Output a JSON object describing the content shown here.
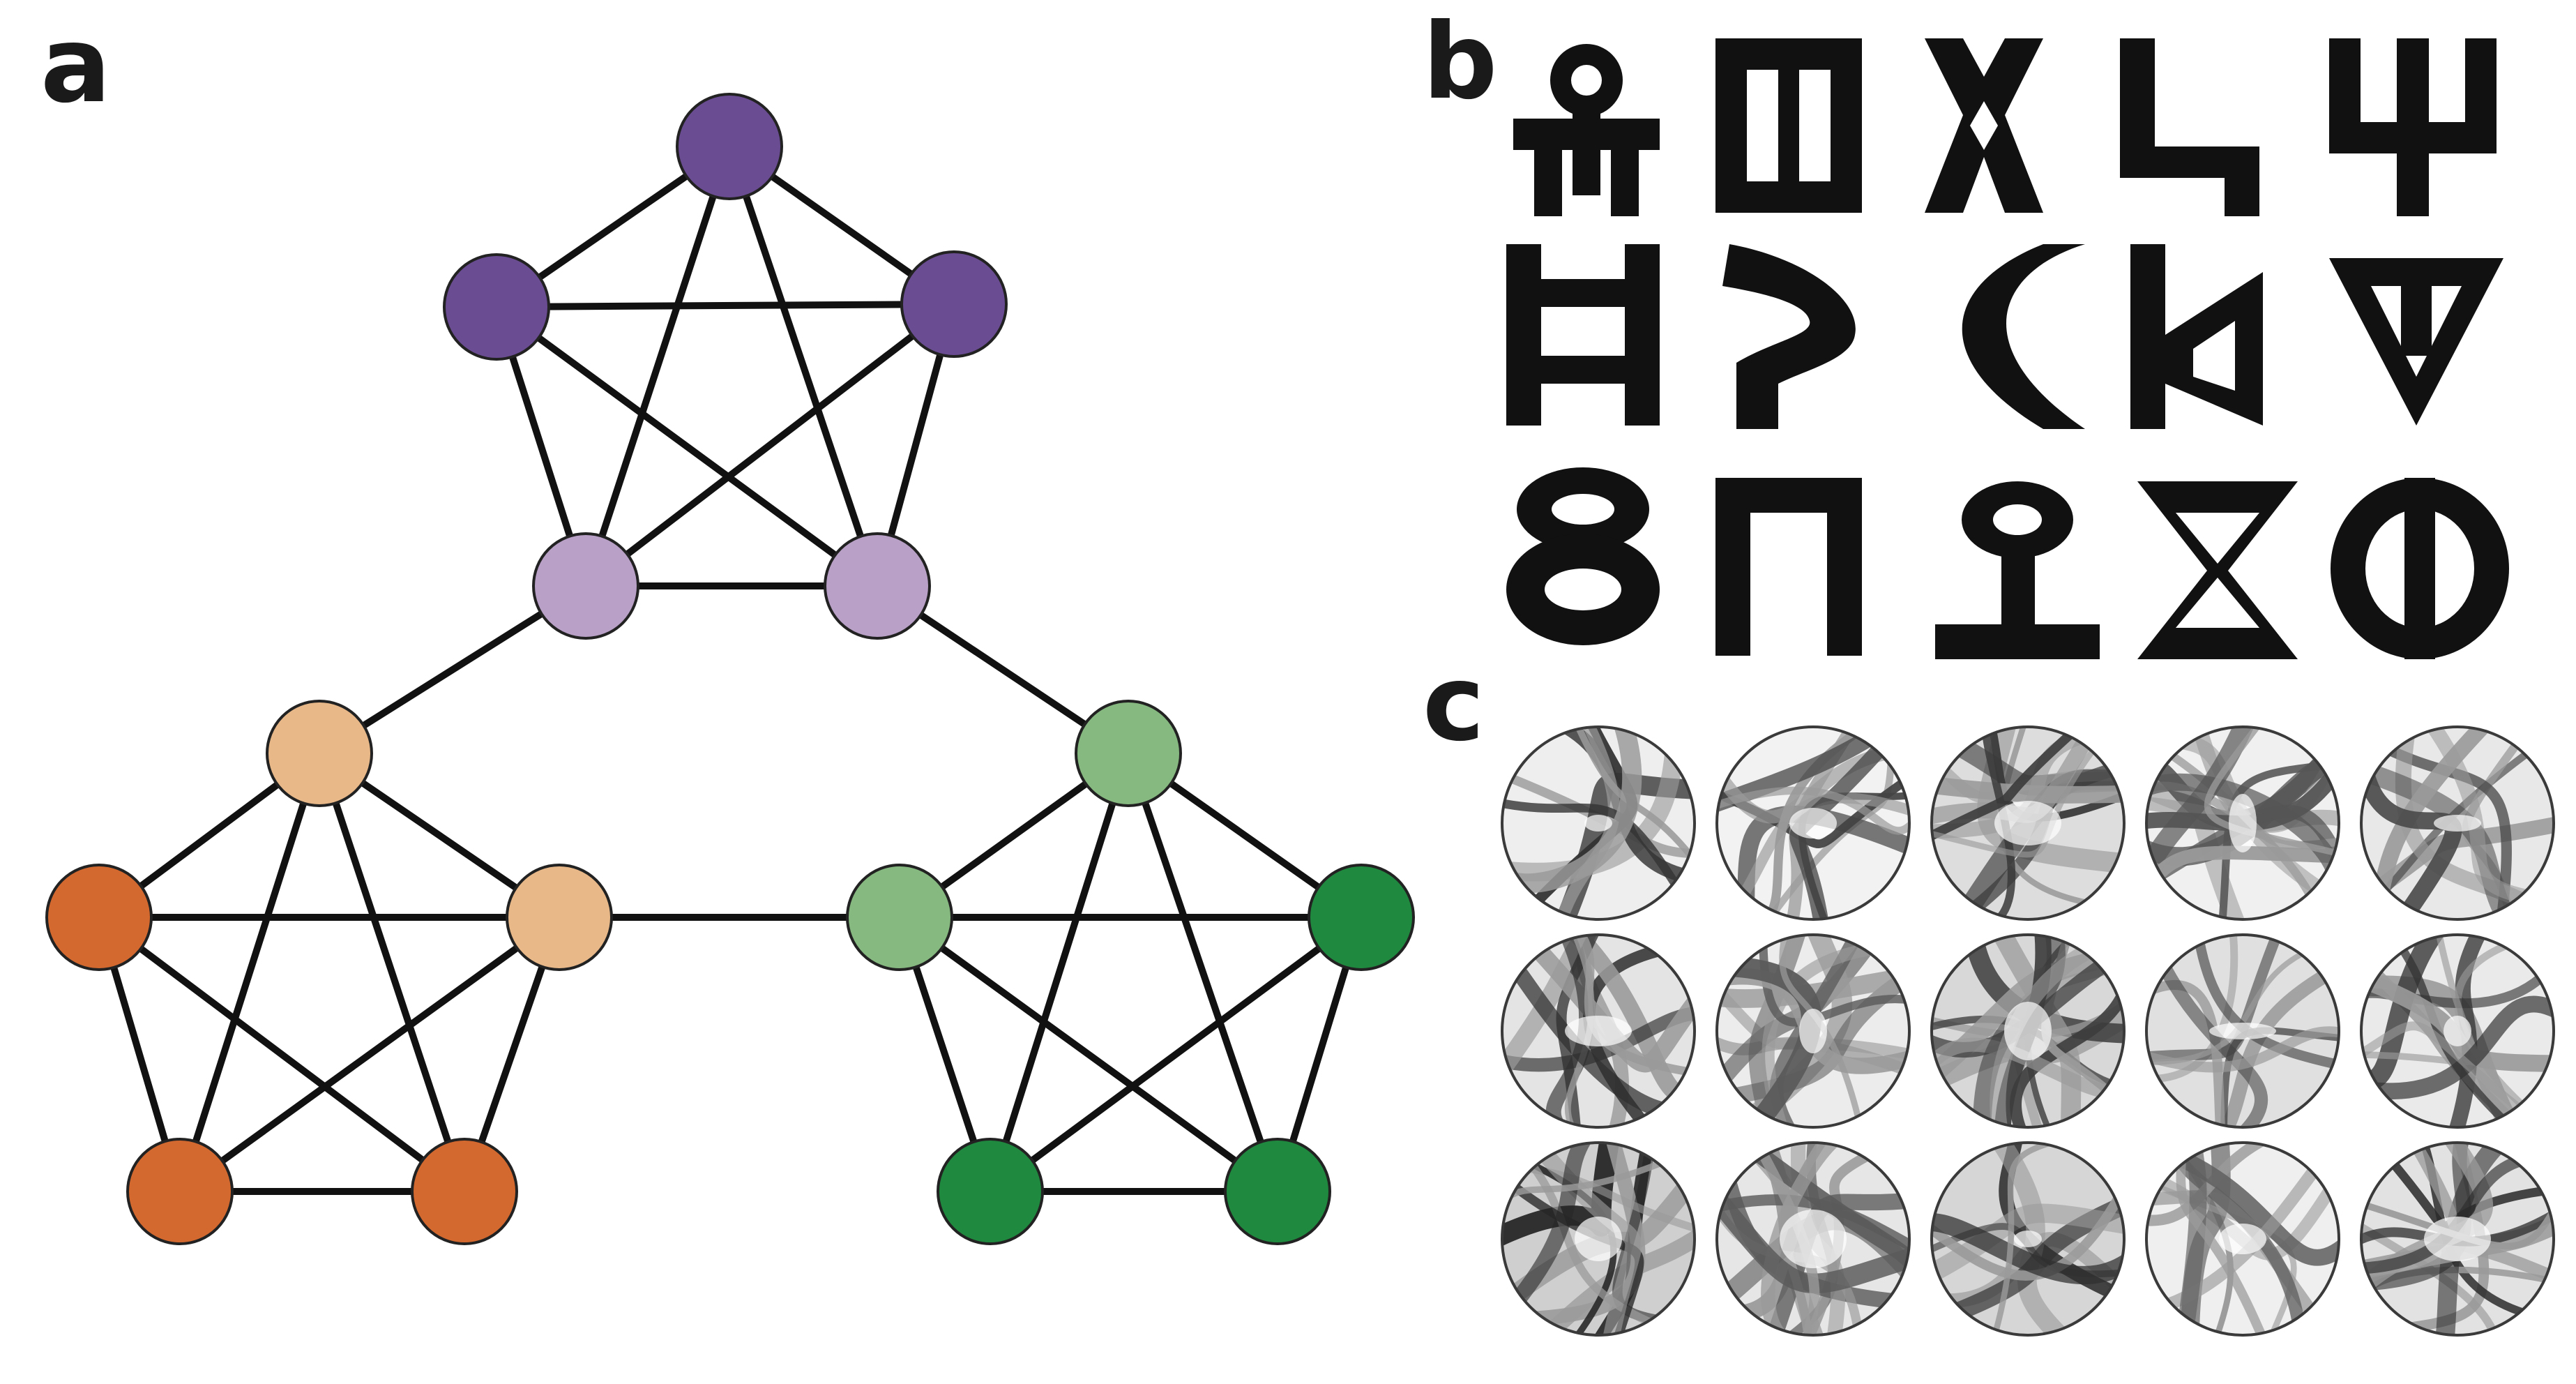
{
  "panels": {
    "a": {
      "label": "a"
    },
    "b": {
      "label": "b"
    },
    "c": {
      "label": "c"
    }
  },
  "graph": {
    "communities": [
      {
        "name": "purple",
        "hub_color": "#6a4c93",
        "bridge_color": "#b8a0c6"
      },
      {
        "name": "orange",
        "hub_color": "#d4692f",
        "bridge_color": "#e8b888"
      },
      {
        "name": "green",
        "hub_color": "#1f8a3f",
        "bridge_color": "#86b980"
      }
    ],
    "nodes": [
      {
        "id": "p1",
        "community": "purple",
        "type": "hub"
      },
      {
        "id": "p2",
        "community": "purple",
        "type": "hub"
      },
      {
        "id": "p3",
        "community": "purple",
        "type": "hub"
      },
      {
        "id": "p4",
        "community": "purple",
        "type": "bridge"
      },
      {
        "id": "p5",
        "community": "purple",
        "type": "bridge"
      },
      {
        "id": "o1",
        "community": "orange",
        "type": "bridge"
      },
      {
        "id": "o2",
        "community": "orange",
        "type": "hub"
      },
      {
        "id": "o3",
        "community": "orange",
        "type": "bridge"
      },
      {
        "id": "o4",
        "community": "orange",
        "type": "hub"
      },
      {
        "id": "o5",
        "community": "orange",
        "type": "hub"
      },
      {
        "id": "g1",
        "community": "green",
        "type": "bridge"
      },
      {
        "id": "g2",
        "community": "green",
        "type": "bridge"
      },
      {
        "id": "g3",
        "community": "green",
        "type": "hub"
      },
      {
        "id": "g4",
        "community": "green",
        "type": "hub"
      },
      {
        "id": "g5",
        "community": "green",
        "type": "hub"
      }
    ],
    "edges": [
      [
        "p1",
        "p2"
      ],
      [
        "p1",
        "p3"
      ],
      [
        "p1",
        "p4"
      ],
      [
        "p1",
        "p5"
      ],
      [
        "p2",
        "p3"
      ],
      [
        "p2",
        "p4"
      ],
      [
        "p2",
        "p5"
      ],
      [
        "p3",
        "p4"
      ],
      [
        "p3",
        "p5"
      ],
      [
        "p4",
        "p5"
      ],
      [
        "o1",
        "o2"
      ],
      [
        "o1",
        "o3"
      ],
      [
        "o1",
        "o4"
      ],
      [
        "o1",
        "o5"
      ],
      [
        "o2",
        "o3"
      ],
      [
        "o2",
        "o4"
      ],
      [
        "o2",
        "o5"
      ],
      [
        "o3",
        "o4"
      ],
      [
        "o3",
        "o5"
      ],
      [
        "o4",
        "o5"
      ],
      [
        "g1",
        "g2"
      ],
      [
        "g1",
        "g3"
      ],
      [
        "g1",
        "g4"
      ],
      [
        "g1",
        "g5"
      ],
      [
        "g2",
        "g3"
      ],
      [
        "g2",
        "g4"
      ],
      [
        "g2",
        "g5"
      ],
      [
        "g3",
        "g4"
      ],
      [
        "g3",
        "g5"
      ],
      [
        "g4",
        "g5"
      ],
      [
        "p4",
        "o1"
      ],
      [
        "p5",
        "g1"
      ],
      [
        "o3",
        "g2"
      ]
    ]
  },
  "symbols": {
    "rows": 3,
    "cols": 5,
    "glyphs": [
      "key-glyph",
      "box-glyph",
      "cross-glyph",
      "corner-glyph",
      "trident-glyph",
      "h-glyph",
      "hook-glyph",
      "crescent-glyph",
      "flag-glyph",
      "triangle-glyph",
      "figure-eight-glyph",
      "pi-glyph",
      "ankh-glyph",
      "hourglass-glyph",
      "phi-glyph"
    ]
  },
  "textures": {
    "rows": 3,
    "cols": 5,
    "items": [
      {
        "name": "texture-1",
        "dark": "#333333",
        "light": "#eeeeee"
      },
      {
        "name": "texture-2",
        "dark": "#444444",
        "light": "#f2f2f2"
      },
      {
        "name": "texture-3",
        "dark": "#3a3a3a",
        "light": "#dddddd"
      },
      {
        "name": "texture-4",
        "dark": "#555555",
        "light": "#f0f0f0"
      },
      {
        "name": "texture-5",
        "dark": "#4a4a4a",
        "light": "#e8e8e8"
      },
      {
        "name": "texture-6",
        "dark": "#2f2f2f",
        "light": "#e4e4e4"
      },
      {
        "name": "texture-7",
        "dark": "#5a5a5a",
        "light": "#ececec"
      },
      {
        "name": "texture-8",
        "dark": "#3c3c3c",
        "light": "#d8d8d8"
      },
      {
        "name": "texture-9",
        "dark": "#404040",
        "light": "#e0e0e0"
      },
      {
        "name": "texture-10",
        "dark": "#333333",
        "light": "#eaeaea"
      },
      {
        "name": "texture-11",
        "dark": "#262626",
        "light": "#cfcfcf"
      },
      {
        "name": "texture-12",
        "dark": "#5a5a5a",
        "light": "#e6e6e6"
      },
      {
        "name": "texture-13",
        "dark": "#303030",
        "light": "#d6d6d6"
      },
      {
        "name": "texture-14",
        "dark": "#606060",
        "light": "#efefef"
      },
      {
        "name": "texture-15",
        "dark": "#2c2c2c",
        "light": "#e2e2e2"
      }
    ]
  }
}
